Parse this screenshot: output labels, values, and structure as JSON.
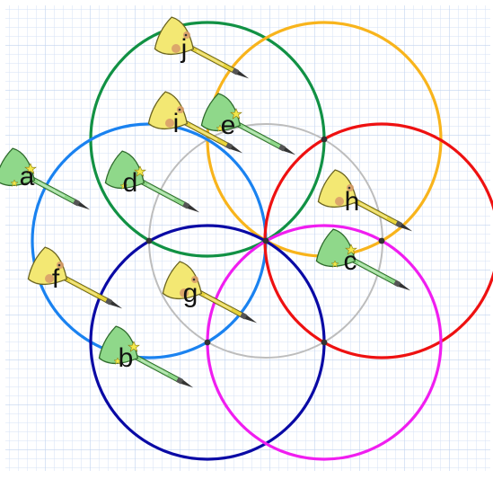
{
  "grid": {
    "color": "#d6e2f5",
    "background": "#ffffff"
  },
  "intersection_color": "#333333",
  "dart_colors": {
    "yellow": {
      "fill": "#f3e873",
      "stroke": "#6b6420",
      "shaft": "#e8d43a",
      "motif": "#d79a6a"
    },
    "green": {
      "fill": "#8fd88a",
      "stroke": "#2f6b2c",
      "shaft": "#8fd88a",
      "motif": "#f3e84a"
    }
  },
  "circles": [
    {
      "id": "green",
      "color": "#119144"
    },
    {
      "id": "gold",
      "color": "#f8b41c"
    },
    {
      "id": "lightblue",
      "color": "#1a82f0"
    },
    {
      "id": "red",
      "color": "#ee1111"
    },
    {
      "id": "gray",
      "color": "#bdbdbd"
    },
    {
      "id": "navy",
      "color": "#0a0aa5"
    },
    {
      "id": "magenta",
      "color": "#f01ef0"
    }
  ],
  "darts": [
    {
      "label": "a",
      "color": "green"
    },
    {
      "label": "b",
      "color": "green"
    },
    {
      "label": "c",
      "color": "green"
    },
    {
      "label": "d",
      "color": "green"
    },
    {
      "label": "e",
      "color": "green"
    },
    {
      "label": "f",
      "color": "yellow"
    },
    {
      "label": "g",
      "color": "yellow"
    },
    {
      "label": "h",
      "color": "yellow"
    },
    {
      "label": "i",
      "color": "yellow"
    },
    {
      "label": "j",
      "color": "yellow"
    }
  ]
}
